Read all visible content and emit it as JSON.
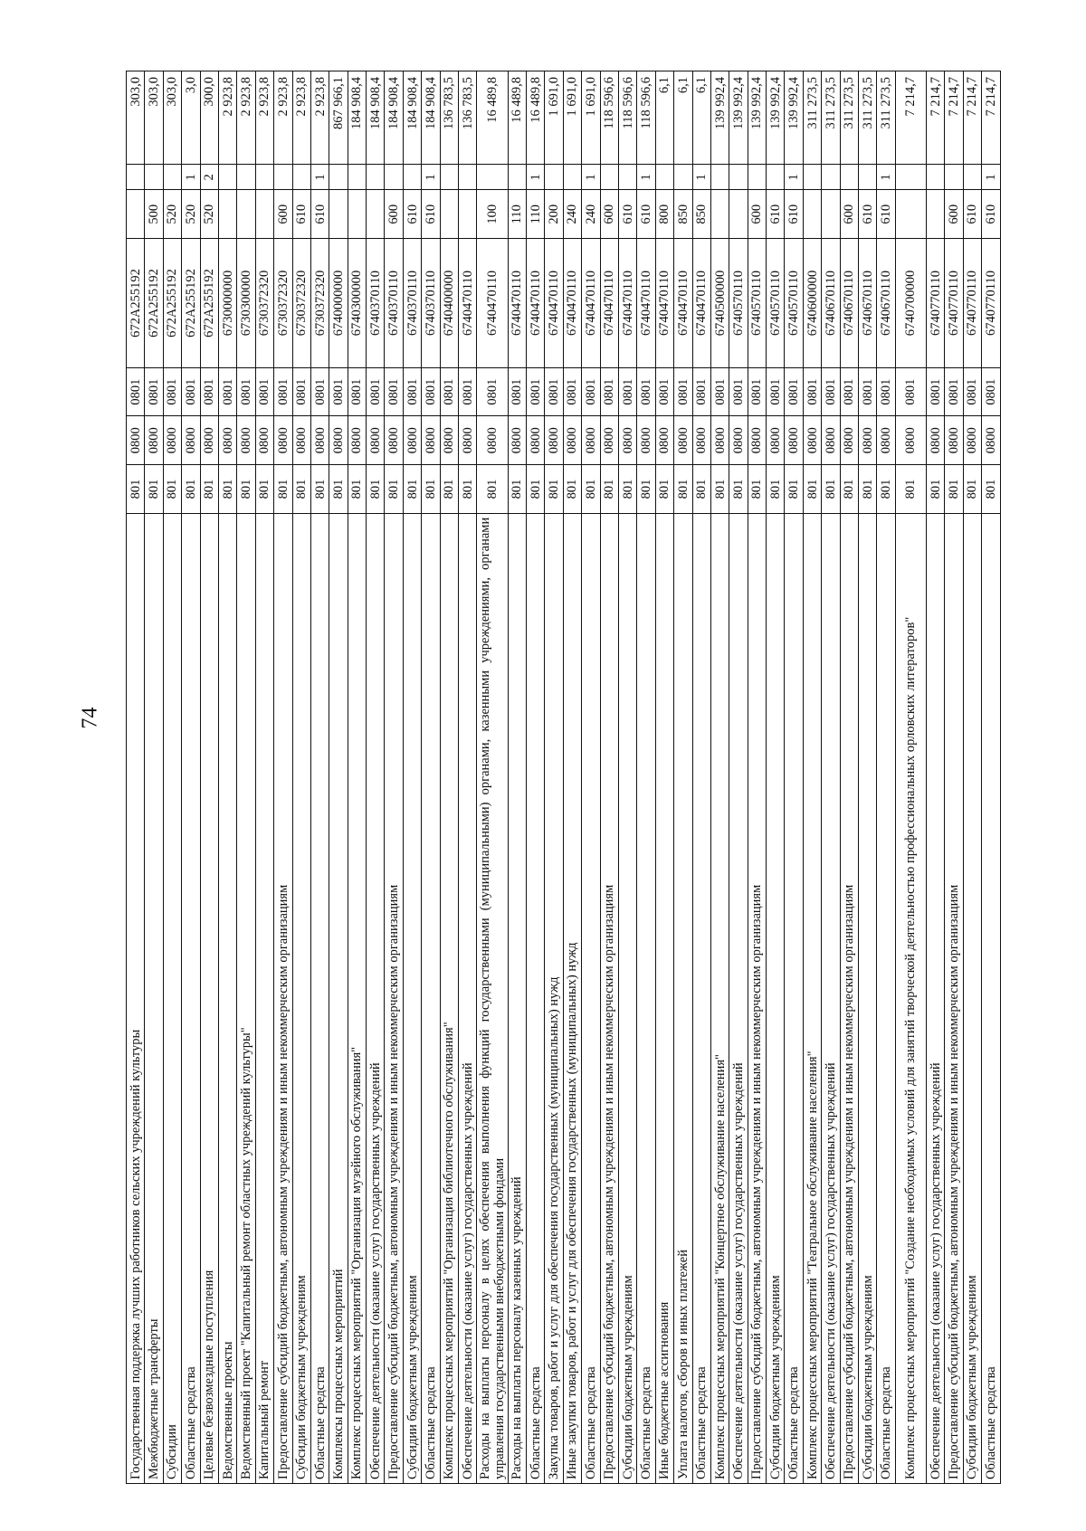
{
  "page_number": "74",
  "rows": [
    [
      "Государственная поддержка лучших работников сельских учреждений культуры",
      "801",
      "0800",
      "0801",
      "672A255192",
      "",
      "",
      "303,0"
    ],
    [
      "Межбюджетные трансферты",
      "801",
      "0800",
      "0801",
      "672A255192",
      "500",
      "",
      "303,0"
    ],
    [
      "Субсидии",
      "801",
      "0800",
      "0801",
      "672A255192",
      "520",
      "",
      "303,0"
    ],
    [
      "Областные средства",
      "801",
      "0800",
      "0801",
      "672A255192",
      "520",
      "1",
      "3,0"
    ],
    [
      "Целевые безвозмездные поступления",
      "801",
      "0800",
      "0801",
      "672A255192",
      "520",
      "2",
      "300,0"
    ],
    [
      "Ведомственные проекты",
      "801",
      "0800",
      "0801",
      "6730000000",
      "",
      "",
      "2 923,8"
    ],
    [
      "Ведомственный проект \"Капитальный ремонт областных учреждений культуры\"",
      "801",
      "0800",
      "0801",
      "6730300000",
      "",
      "",
      "2 923,8"
    ],
    [
      "Капитальный ремонт",
      "801",
      "0800",
      "0801",
      "6730372320",
      "",
      "",
      "2 923,8"
    ],
    [
      "Предоставление субсидий бюджетным, автономным учреждениям и иным некоммерческим организациям",
      "801",
      "0800",
      "0801",
      "6730372320",
      "600",
      "",
      "2 923,8"
    ],
    [
      "Субсидии бюджетным учреждениям",
      "801",
      "0800",
      "0801",
      "6730372320",
      "610",
      "",
      "2 923,8"
    ],
    [
      "Областные средства",
      "801",
      "0800",
      "0801",
      "6730372320",
      "610",
      "1",
      "2 923,8"
    ],
    [
      "Комплексы процессных мероприятий",
      "801",
      "0800",
      "0801",
      "6740000000",
      "",
      "",
      "867 966,1"
    ],
    [
      "Комплекс процессных мероприятий \"Организация музейного обслуживания\"",
      "801",
      "0800",
      "0801",
      "6740300000",
      "",
      "",
      "184 908,4"
    ],
    [
      "Обеспечение деятельности (оказание услуг) государственных учреждений",
      "801",
      "0800",
      "0801",
      "6740370110",
      "",
      "",
      "184 908,4"
    ],
    [
      "Предоставление субсидий бюджетным, автономным учреждениям и иным некоммерческим организациям",
      "801",
      "0800",
      "0801",
      "6740370110",
      "600",
      "",
      "184 908,4"
    ],
    [
      "Субсидии бюджетным учреждениям",
      "801",
      "0800",
      "0801",
      "6740370110",
      "610",
      "",
      "184 908,4"
    ],
    [
      "Областные средства",
      "801",
      "0800",
      "0801",
      "6740370110",
      "610",
      "1",
      "184 908,4"
    ],
    [
      "Комплекс процессных мероприятий \"Организация библиотечного обслуживания\"",
      "801",
      "0800",
      "0801",
      "6740400000",
      "",
      "",
      "136 783,5"
    ],
    [
      "Обеспечение деятельности (оказание услуг) государственных учреждений",
      "801",
      "0800",
      "0801",
      "6740470110",
      "",
      "",
      "136 783,5"
    ],
    [
      "Расходы на выплаты персоналу в целях обеспечения выполнения функций государственными (муниципальными) органами, казенными учреждениями, органами управления государственными внебюджетными фондами",
      "801",
      "0800",
      "0801",
      "6740470110",
      "100",
      "",
      "16 489,8"
    ],
    [
      "Расходы на выплаты персоналу казенных учреждений",
      "801",
      "0800",
      "0801",
      "6740470110",
      "110",
      "",
      "16 489,8"
    ],
    [
      "Областные средства",
      "801",
      "0800",
      "0801",
      "6740470110",
      "110",
      "1",
      "16 489,8"
    ],
    [
      "Закупка товаров, работ и услуг для обеспечения государственных (муниципальных) нужд",
      "801",
      "0800",
      "0801",
      "6740470110",
      "200",
      "",
      "1 691,0"
    ],
    [
      "Иные закупки товаров, работ и услуг для обеспечения государственных (муниципальных) нужд",
      "801",
      "0800",
      "0801",
      "6740470110",
      "240",
      "",
      "1 691,0"
    ],
    [
      "Областные средства",
      "801",
      "0800",
      "0801",
      "6740470110",
      "240",
      "1",
      "1 691,0"
    ],
    [
      "Предоставление субсидий бюджетным, автономным учреждениям и иным некоммерческим организациям",
      "801",
      "0800",
      "0801",
      "6740470110",
      "600",
      "",
      "118 596,6"
    ],
    [
      "Субсидии бюджетным учреждениям",
      "801",
      "0800",
      "0801",
      "6740470110",
      "610",
      "",
      "118 596,6"
    ],
    [
      "Областные средства",
      "801",
      "0800",
      "0801",
      "6740470110",
      "610",
      "1",
      "118 596,6"
    ],
    [
      "Иные бюджетные ассигнования",
      "801",
      "0800",
      "0801",
      "6740470110",
      "800",
      "",
      "6,1"
    ],
    [
      "Уплата налогов, сборов и иных платежей",
      "801",
      "0800",
      "0801",
      "6740470110",
      "850",
      "",
      "6,1"
    ],
    [
      "Областные средства",
      "801",
      "0800",
      "0801",
      "6740470110",
      "850",
      "1",
      "6,1"
    ],
    [
      "Комплекс процессных мероприятий \"Концертное обслуживание населения\"",
      "801",
      "0800",
      "0801",
      "6740500000",
      "",
      "",
      "139 992,4"
    ],
    [
      "Обеспечение деятельности (оказание услуг) государственных учреждений",
      "801",
      "0800",
      "0801",
      "6740570110",
      "",
      "",
      "139 992,4"
    ],
    [
      "Предоставление субсидий бюджетным, автономным учреждениям и иным некоммерческим организациям",
      "801",
      "0800",
      "0801",
      "6740570110",
      "600",
      "",
      "139 992,4"
    ],
    [
      "Субсидии бюджетным учреждениям",
      "801",
      "0800",
      "0801",
      "6740570110",
      "610",
      "",
      "139 992,4"
    ],
    [
      "Областные средства",
      "801",
      "0800",
      "0801",
      "6740570110",
      "610",
      "1",
      "139 992,4"
    ],
    [
      "Комплекс процессных мероприятий \"Театральное обслуживание населения\"",
      "801",
      "0800",
      "0801",
      "6740600000",
      "",
      "",
      "311 273,5"
    ],
    [
      "Обеспечение деятельности (оказание услуг) государственных учреждений",
      "801",
      "0800",
      "0801",
      "6740670110",
      "",
      "",
      "311 273,5"
    ],
    [
      "Предоставление субсидий бюджетным, автономным учреждениям и иным некоммерческим организациям",
      "801",
      "0800",
      "0801",
      "6740670110",
      "600",
      "",
      "311 273,5"
    ],
    [
      "Субсидии бюджетным учреждениям",
      "801",
      "0800",
      "0801",
      "6740670110",
      "610",
      "",
      "311 273,5"
    ],
    [
      "Областные средства",
      "801",
      "0800",
      "0801",
      "6740670110",
      "610",
      "1",
      "311 273,5"
    ],
    [
      "Комплекс процессных мероприятий \"Создание необходимых условий для занятий творческой деятельностью профессиональных орловских литераторов\"",
      "801",
      "0800",
      "0801",
      "6740700000",
      "",
      "",
      "7 214,7"
    ],
    [
      "Обеспечение деятельности (оказание услуг) государственных учреждений",
      "801",
      "0800",
      "0801",
      "6740770110",
      "",
      "",
      "7 214,7"
    ],
    [
      "Предоставление субсидий бюджетным, автономным учреждениям и иным некоммерческим организациям",
      "801",
      "0800",
      "0801",
      "6740770110",
      "600",
      "",
      "7 214,7"
    ],
    [
      "Субсидии бюджетным учреждениям",
      "801",
      "0800",
      "0801",
      "6740770110",
      "610",
      "",
      "7 214,7"
    ],
    [
      "Областные средства",
      "801",
      "0800",
      "0801",
      "6740770110",
      "610",
      "1",
      "7 214,7"
    ]
  ]
}
